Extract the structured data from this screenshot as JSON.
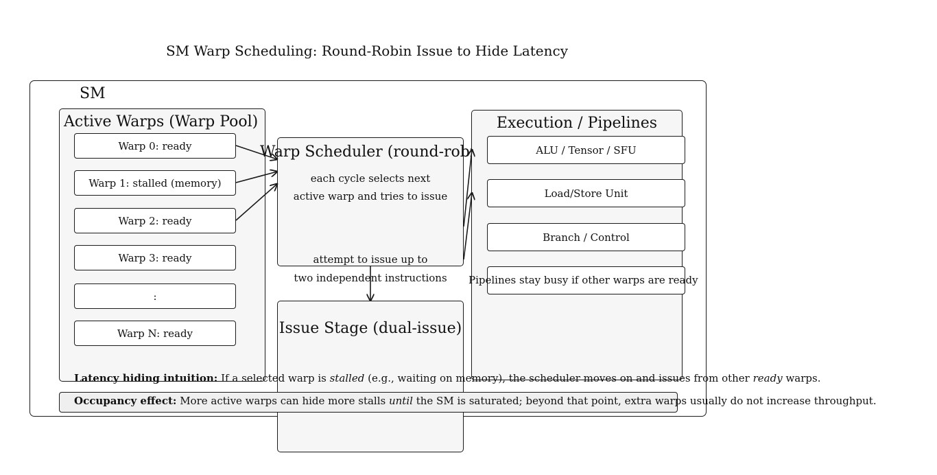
{
  "title": "SM Warp Scheduling: Round-Robin Issue to Hide Latency",
  "sm_label": "SM",
  "warp_pool": {
    "heading": "Active Warps (Warp Pool)",
    "warps": [
      "Warp 0: ready",
      "Warp 1: stalled (memory)",
      "Warp 2: ready",
      "Warp 3: ready",
      ":",
      "Warp N: ready"
    ]
  },
  "scheduler": {
    "heading": "Warp Scheduler (round-robin",
    "line1": "each cycle selects next",
    "line2": "active warp and tries to issue",
    "issue_line1": "attempt to issue up to",
    "issue_line2": "two independent instructions"
  },
  "issue_stage": {
    "heading": "Issue Stage (dual-issue)"
  },
  "execution": {
    "heading": "Execution / Pipelines",
    "units": [
      "ALU / Tensor / SFU",
      "Load/Store Unit",
      "Branch / Control"
    ],
    "busy_note": "Pipelines stay busy if other warps are ready"
  },
  "notes": {
    "latency_bold": "Latency hiding intuition:",
    "latency_a": " If a selected warp is ",
    "latency_i1": "stalled",
    "latency_b": " (e.g., waiting on memory), the scheduler moves on and issues from other ",
    "latency_i2": "ready",
    "latency_c": " warps.",
    "occupancy_bold": "Occupancy effect:",
    "occupancy_a": " More active warps can hide more stalls ",
    "occupancy_i": "until",
    "occupancy_b": " the SM is saturated; beyond that point, extra warps usually do not increase throughput."
  }
}
